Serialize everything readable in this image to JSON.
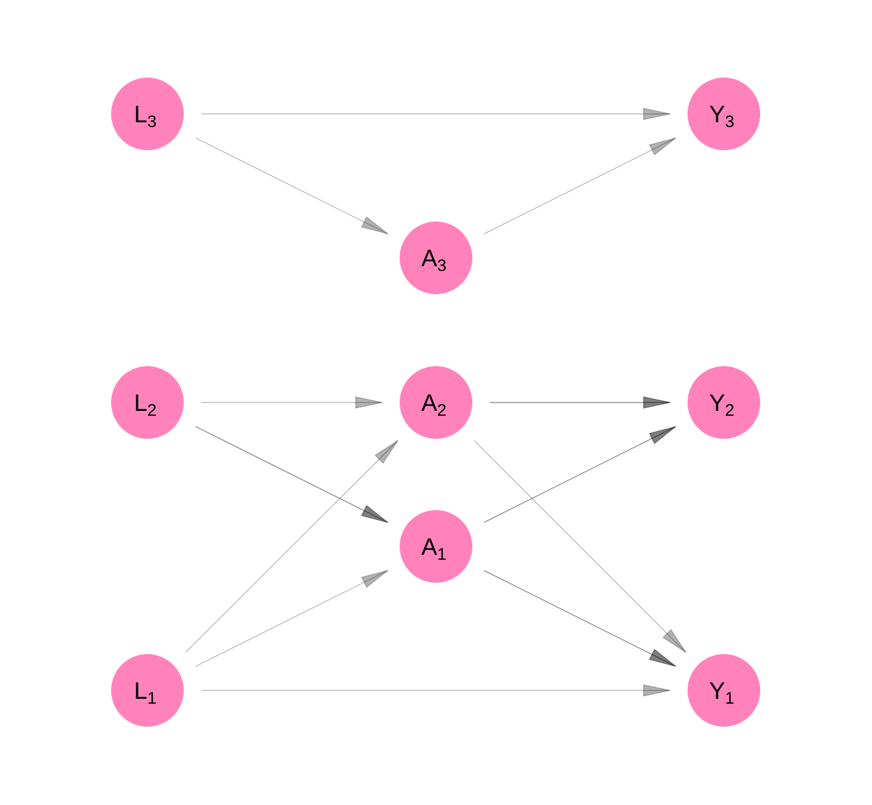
{
  "diagram": {
    "node_color": "#FF83BA",
    "edge_color_light": "#000000",
    "nodes": [
      {
        "id": "L3",
        "base": "L",
        "sub": "3"
      },
      {
        "id": "Y3",
        "base": "Y",
        "sub": "3"
      },
      {
        "id": "A3",
        "base": "A",
        "sub": "3"
      },
      {
        "id": "L2",
        "base": "L",
        "sub": "2"
      },
      {
        "id": "A2",
        "base": "A",
        "sub": "2"
      },
      {
        "id": "Y2",
        "base": "Y",
        "sub": "2"
      },
      {
        "id": "A1",
        "base": "A",
        "sub": "1"
      },
      {
        "id": "L1",
        "base": "L",
        "sub": "1"
      },
      {
        "id": "Y1",
        "base": "Y",
        "sub": "1"
      }
    ],
    "edges": [
      {
        "from": "L3",
        "to": "Y3",
        "strength": "weak"
      },
      {
        "from": "L3",
        "to": "A3",
        "strength": "weak"
      },
      {
        "from": "A3",
        "to": "Y3",
        "strength": "weak"
      },
      {
        "from": "L2",
        "to": "A2",
        "strength": "weak"
      },
      {
        "from": "L2",
        "to": "A1",
        "strength": "strong"
      },
      {
        "from": "A2",
        "to": "Y2",
        "strength": "strong"
      },
      {
        "from": "A2",
        "to": "Y1",
        "strength": "weak"
      },
      {
        "from": "A1",
        "to": "Y2",
        "strength": "strong"
      },
      {
        "from": "A1",
        "to": "Y1",
        "strength": "strong"
      },
      {
        "from": "L1",
        "to": "A2",
        "strength": "weak"
      },
      {
        "from": "L1",
        "to": "A1",
        "strength": "weak"
      },
      {
        "from": "L1",
        "to": "Y1",
        "strength": "weak"
      }
    ]
  }
}
